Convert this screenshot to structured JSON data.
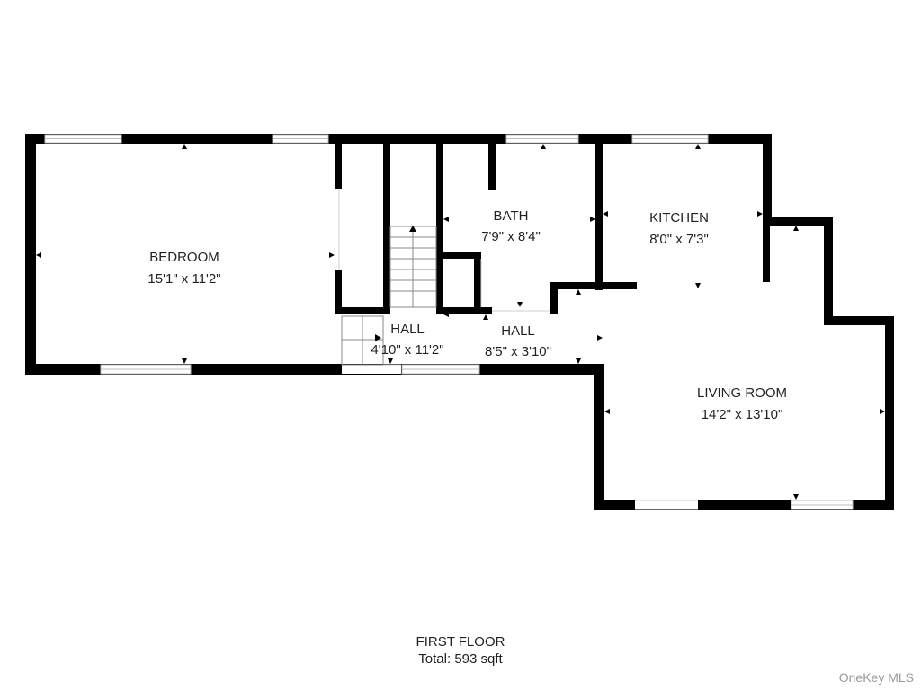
{
  "floor": {
    "title": "FIRST FLOOR",
    "total_label": "Total:",
    "total_value": "593 sqft"
  },
  "rooms": {
    "bedroom": {
      "name": "BEDROOM",
      "dims": "15'1\" x 11'2\""
    },
    "hall_left": {
      "name": "HALL",
      "dims": "4'10\" x 11'2\""
    },
    "hall_right": {
      "name": "HALL",
      "dims": "8'5\" x 3'10\""
    },
    "bath": {
      "name": "BATH",
      "dims": "7'9\" x 8'4\""
    },
    "kitchen": {
      "name": "KITCHEN",
      "dims": "8'0\" x 7'3\""
    },
    "living_room": {
      "name": "LIVING ROOM",
      "dims": "14'2\" x 13'10\""
    }
  },
  "watermark": "OneKey MLS",
  "colors": {
    "wall": "#000000",
    "window_frame": "#bdbdbd",
    "text": "#222222",
    "watermark": "#9a9a9a"
  }
}
